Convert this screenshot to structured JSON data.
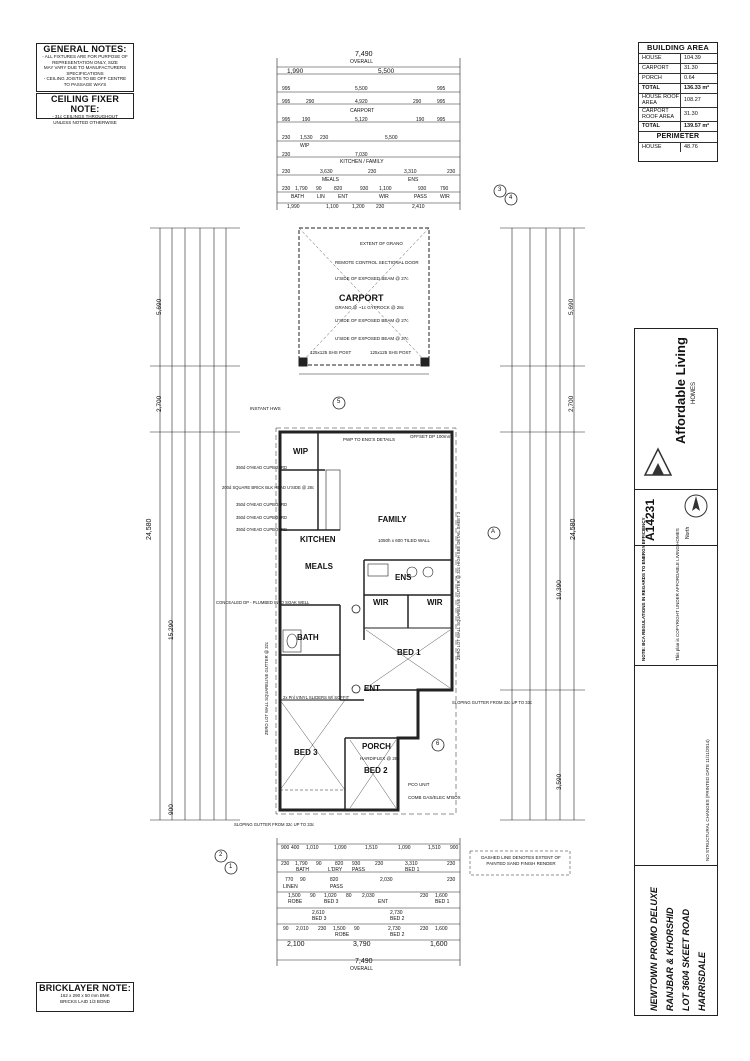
{
  "general_notes": {
    "title": "GENERAL NOTES:",
    "lines": [
      "- ALL FIXTURES ARE FOR PURPOSE OF",
      "REPRESENTATION ONLY, SIZE",
      "MAY VARY DUE TO MANUFACTURERS",
      "SPECIFICATIONS",
      "- CEILING JOISTS TO BE OFF CENTRE",
      "TO PASSAGE WAYS"
    ]
  },
  "ceiling_note": {
    "title": "CEILING FIXER NOTE:",
    "lines": [
      "- 31c CEILINGS THROUGHOUT",
      "UNLESS NOTED OTHERWISE"
    ]
  },
  "bricklayer_note": {
    "title": "BRICKLAYER NOTE:",
    "lines": [
      "162 x 290 x 50 mm BMK",
      "BRICKS LAID 1/3 BOND"
    ]
  },
  "building_area": {
    "title": "BUILDING AREA",
    "rows": [
      {
        "label": "HOUSE",
        "value": "104.39"
      },
      {
        "label": "CARPORT",
        "value": "31.30"
      },
      {
        "label": "PORCH",
        "value": "0.64"
      },
      {
        "label": "TOTAL",
        "value": "136.33 m²"
      },
      {
        "label": "HOUSE ROOF AREA",
        "value": "108.27"
      },
      {
        "label": "CARPORT ROOF AREA",
        "value": "31.30"
      },
      {
        "label": "TOTAL",
        "value": "139.57 m²"
      }
    ],
    "perimeter_title": "PERIMETER",
    "perimeter_label": "HOUSE",
    "perimeter_value": "48.76"
  },
  "title_block": {
    "brand": "Affordable Living",
    "brand_sub": "HOMES",
    "job_number": "A14231",
    "north": "North",
    "project": "NEWTOWN PROMO DELUXE",
    "client": "RANJBAR & KHORSHID",
    "lot": "LOT 3604 SKEET ROAD",
    "suburb": "HARRISDALE",
    "copyright": "This plan is COPYRIGHT UNDER AFFORDABLE LIVING HOMES",
    "revision_note": "NO STRUCTURAL CHANGES (PRINTED DATE 11/11/2014)",
    "notice_title": "NOTE: BCA REGULATIONS IN REGARDS TO ENERGY EFFICIENCY"
  },
  "overall": {
    "top": "7,490",
    "top_label": "OVERALL",
    "bottom": "7,490",
    "bottom_label": "OVERALL",
    "left": "24,580",
    "right": "24,580"
  },
  "top_dims": {
    "row1": [
      "1,990",
      "5,500"
    ],
    "row2": [
      "995",
      "5,500",
      "995"
    ],
    "row3": [
      "995",
      "290",
      "4,920",
      "290",
      "995"
    ],
    "row3_label": "CARPORT",
    "row4": [
      "995",
      "190",
      "5,120",
      "190",
      "995"
    ],
    "row5": [
      "230",
      "1,530",
      "230",
      "5,500"
    ],
    "row5_label": "WIP",
    "row6": [
      "230",
      "7,030"
    ],
    "row6_label": "KITCHEN / FAMILY",
    "row7": [
      "230",
      "3,630",
      "230",
      "3,310",
      "230"
    ],
    "row7_labels": [
      "MEALS",
      "ENS"
    ],
    "row8": [
      "230",
      "1,790",
      "90",
      "820",
      "930",
      "1,100",
      "930",
      "790"
    ],
    "row8_labels": [
      "BATH",
      "LIN",
      "ENT",
      "WIR",
      "PASS",
      "WIR"
    ],
    "row9": [
      "1,990",
      "1,100",
      "1,200",
      "230",
      "2,410"
    ]
  },
  "bottom_dims": {
    "row1": [
      "900",
      "400",
      "1,010",
      "1,090",
      "1,510",
      "1,090",
      "1,510",
      "900"
    ],
    "row2": [
      "230",
      "1,790",
      "90",
      "820",
      "930",
      "230",
      "3,310",
      "230"
    ],
    "row2_labels": [
      "BATH",
      "L'DRY",
      "PASS",
      "BED 1"
    ],
    "row3": [
      "770",
      "90",
      "820",
      "2,030",
      "230"
    ],
    "row3_labels": [
      "LINEN",
      "PASS",
      "ENT"
    ],
    "row4": [
      "1,500",
      "90",
      "1,020",
      "80",
      "2,030",
      "230",
      "1,600"
    ],
    "row4_labels": [
      "ROBE",
      "BED 3",
      "ENT",
      "BED 1"
    ],
    "row5": [
      "2,610",
      "2,730"
    ],
    "row5_labels": [
      "BED 3",
      "BED 2"
    ],
    "row6": [
      "90",
      "2,010",
      "230",
      "1,500",
      "90",
      "2,730",
      "230",
      "1,600"
    ],
    "row6_labels": [
      "ROBE",
      "BED 2"
    ],
    "row7": [
      "2,100",
      "3,790",
      "1,600"
    ]
  },
  "left_dims": [
    "5,690",
    "2,700",
    "15,290",
    "900"
  ],
  "right_dims": [
    "5,690",
    "2,700",
    "10,390",
    "3,590"
  ],
  "rooms": {
    "carport": "CARPORT",
    "family": "FAMILY",
    "kitchen": "KITCHEN",
    "meals": "MEALS",
    "wip": "WIP",
    "ens": "ENS",
    "wir1": "WIR",
    "wir2": "WIR",
    "bath": "BATH",
    "bed1": "BED 1",
    "ent": "ENT",
    "porch": "PORCH",
    "bed2": "BED 2",
    "bed3": "BED 3"
  },
  "plan_notes": {
    "grano": "GRANO @ ~1c GYPROCK @ 28c",
    "remote_door": "REMOTE CONTROL SECTIONAL DOOR",
    "exposed_beam1": "U'SIDE OF EXPOSED BEAM @ 27c",
    "exposed_beam2": "U'SIDE OF EXPOSED BEAM @ 27c",
    "exposed_beam3": "U'SIDE OF EXPOSED BEAM @ 27c",
    "shs_post_l": "125x125 SHS POST",
    "shs_post_r": "125x125 SHS POST",
    "extent_grano": "EXTENT OF GRANO",
    "instant_hws": "INSTANT HWS",
    "pwp_eng": "PWP TO ENG'S DETAILS",
    "offset_dp": "OFFSET DP 100mm",
    "tiled_wall": "1050h x 600 TILED WALL",
    "concealed_dp": "CONCEALED DP - PLUMBED INTO SOAK WELL",
    "zero_lot_l": "ZERO LOT WALL SQUARELINE GUTTER @ 32c",
    "zero_lot_r": "ZERO LOT WALL SQUARELINE GUTTER @ 32c HIGH SEE DETAIL SHEET 3",
    "sloping_gutter_l": "SLOPING GUTTER FROM 32c UP TO 33c",
    "sloping_gutter_r": "SLOPING GUTTER FROM 32c UP TO 33c",
    "dashed_line": "DASHED LINE DENOTES EXTENT OF PAINTED SAND FINISH RENDER",
    "pco_unit": "PCO UNIT",
    "gas_meter": "COMB GAS/ELEC M'BOX",
    "hardiflex": "HARDIFLEX @ 28c",
    "overhead_cupboards": [
      "350d O'HEAD CUPBOARD",
      "200d SQUARE BRICK BLK HEAD U'SIDE @ 28c",
      "350d O'HEAD CUPBOARD",
      "350d O'HEAD CUPBOARD",
      "350d O'HEAD CUPBOARD"
    ],
    "sliders": "2x Pnl VINYL SLIDERS W/ SOFFIT"
  },
  "markers": {
    "m1": "1",
    "m2": "2",
    "m3": "3",
    "m4": "4",
    "m5": "5",
    "m6": "6",
    "a": "A"
  }
}
